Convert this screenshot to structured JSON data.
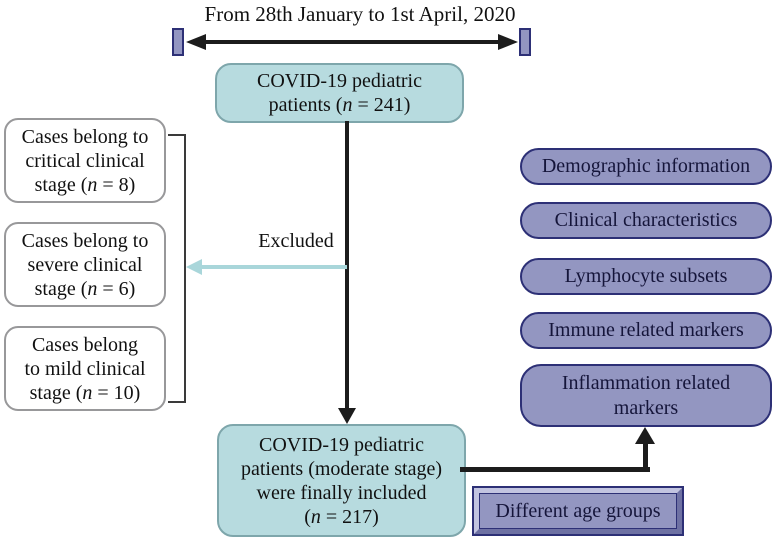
{
  "colors": {
    "text": "#111111",
    "black-arrow": "#1c1c1c",
    "teal-fill": "#b7dbdf",
    "teal-border": "#7ea6ab",
    "teal-arrow": "#a9d6da",
    "purple-fill": "#9396c1",
    "purple-border": "#2d3076",
    "purple-text": "#15153a",
    "white-box-border": "#98989a",
    "bracket": "#3a3a3a",
    "bevel-light": "#c2c4e0",
    "bevel-dark": "#6e71a3"
  },
  "timeline": {
    "title": "From 28th January to 1st April, 2020"
  },
  "top_box": {
    "line1": "COVID-19 pediatric",
    "line2_pre": "patients (",
    "line2_var": "n",
    "line2_post": " = 241)"
  },
  "excluded": {
    "label": "Excluded"
  },
  "excluded_boxes": [
    {
      "line1": "Cases belong to",
      "line2": "critical clinical",
      "n_pre": "stage (",
      "n_var": "n",
      "n_post": " = 8)"
    },
    {
      "line1": "Cases belong to",
      "line2": "severe clinical",
      "n_pre": "stage (",
      "n_var": "n",
      "n_post": " = 6)"
    },
    {
      "line1": "Cases belong",
      "line2": "to mild clinical",
      "n_pre": "stage (",
      "n_var": "n",
      "n_post": " = 10)"
    }
  ],
  "included_box": {
    "line1": "COVID-19 pediatric",
    "line2": "patients (moderate stage)",
    "line3": "were finally included",
    "n_pre": "(",
    "n_var": "n",
    "n_post": " = 217)"
  },
  "analysis_items": [
    {
      "label": "Demographic information"
    },
    {
      "label": "Clinical characteristics"
    },
    {
      "label": "Lymphocyte subsets"
    },
    {
      "label": "Immune related markers"
    },
    {
      "label": "Inflammation related markers"
    }
  ],
  "age_groups": {
    "label": "Different age groups"
  }
}
